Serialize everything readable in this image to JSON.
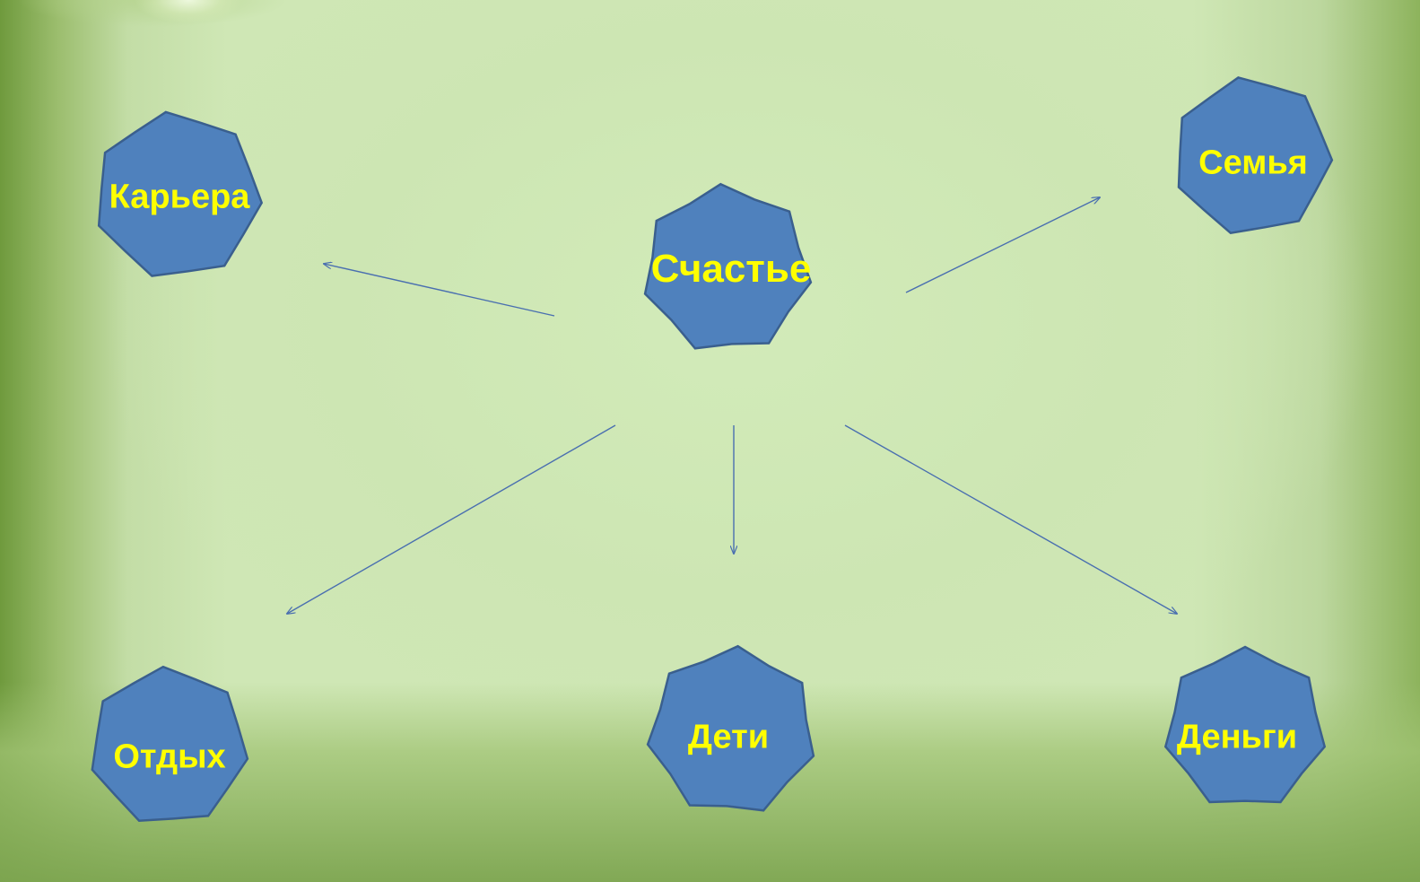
{
  "colors": {
    "star_fill": "#4f81bd",
    "star_stroke": "#3a5f8e",
    "arrow": "#4a6fb0",
    "label": "#ffff00"
  },
  "diagram": {
    "center": {
      "label": "Счастье"
    },
    "branches": [
      {
        "key": "career",
        "label": "Карьера"
      },
      {
        "key": "family",
        "label": "Семья"
      },
      {
        "key": "rest",
        "label": "Отдых"
      },
      {
        "key": "children",
        "label": "Дети"
      },
      {
        "key": "money",
        "label": "Деньги"
      }
    ]
  }
}
